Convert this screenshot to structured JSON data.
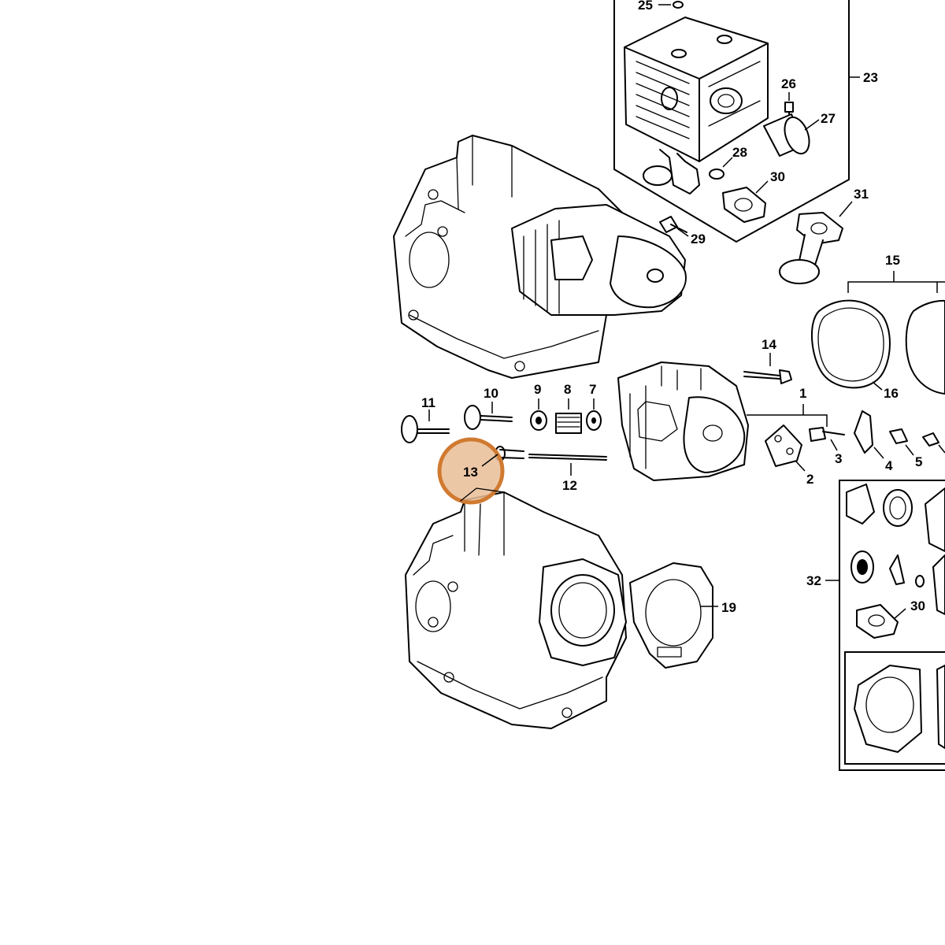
{
  "callouts": {
    "c1": "1",
    "c2": "2",
    "c3": "3",
    "c4": "4",
    "c5": "5",
    "c7": "7",
    "c8": "8",
    "c9": "9",
    "c10": "10",
    "c11": "11",
    "c12": "12",
    "c13": "13",
    "c14": "14",
    "c15": "15",
    "c16": "16",
    "c19": "19",
    "c23": "23",
    "c25": "25",
    "c26": "26",
    "c27": "27",
    "c28": "28",
    "c29": "29",
    "c30a": "30",
    "c30b": "30",
    "c31": "31",
    "c32": "32"
  },
  "highlight": {
    "label": "13",
    "color": "#e9bd96",
    "ring_color": "#d07a30"
  }
}
